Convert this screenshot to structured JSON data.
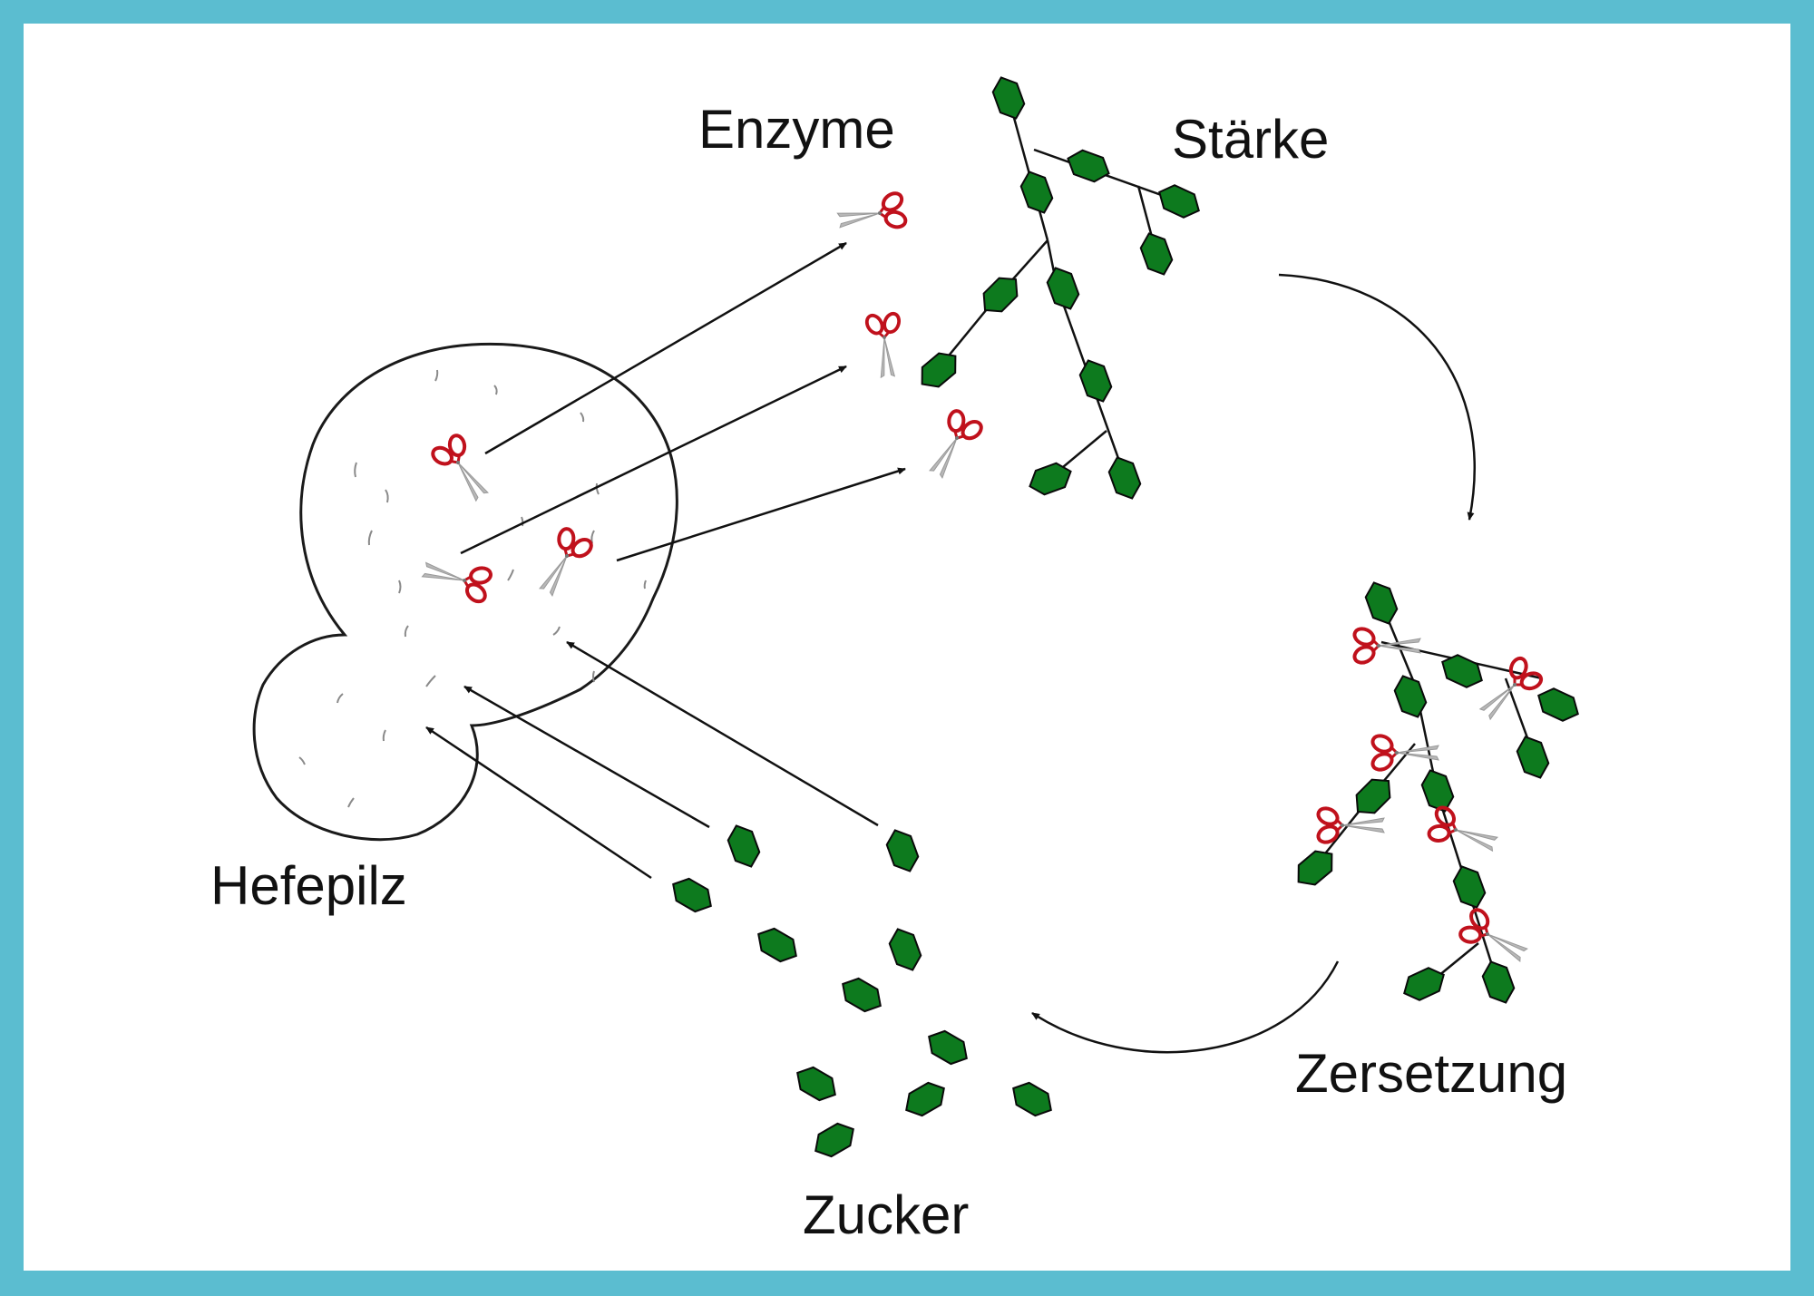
{
  "labels": {
    "enzyme": "Enzyme",
    "staerke": "Stärke",
    "hefepilz": "Hefepilz",
    "zersetzung": "Zersetzung",
    "zucker": "Zucker"
  },
  "icons": {
    "scissors": "scissors-icon",
    "glucose": "glucose-hexagon-icon",
    "yeast": "yeast-cell-icon"
  },
  "colors": {
    "frame": "#5bbdd0",
    "glucose": "#0d7a1e",
    "scissors_handle": "#c0111c",
    "scissors_blade": "#b8b8b8",
    "outline": "#111111"
  }
}
